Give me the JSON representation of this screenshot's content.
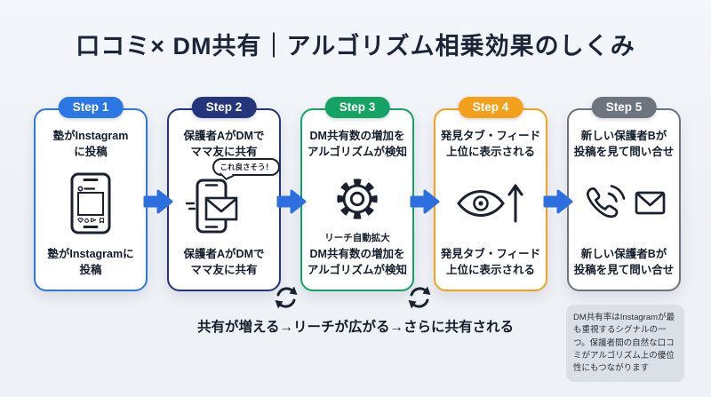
{
  "title": "口コミ× DM共有｜アルゴリズム相乗効果のしくみ",
  "colors": {
    "step1": "#2b77e3",
    "step2": "#24357e",
    "step3": "#14a364",
    "step4": "#f5a01d",
    "step5": "#6e747d",
    "arrow": "#2e6fe0",
    "background": "#eef1f6",
    "title_text": "#1c2537",
    "note_background": "#dbdfe6"
  },
  "steps": [
    {
      "badge": "Step 1",
      "top_text": "塾がInstagram\nに投稿",
      "bottom_text": "塾がInstagramに\n投稿",
      "icon": "instagram-post-phone-icon"
    },
    {
      "badge": "Step 2",
      "top_text": "保護者AがDMで\nママ友に共有",
      "bottom_text": "保護者AがDMで\nママ友に共有",
      "icon": "dm-share-phone-icon",
      "bubble_text": "これ良さそう！"
    },
    {
      "badge": "Step 3",
      "top_text": "DM共有数の増加を\nアルゴリズムが検知",
      "bottom_text": "DM共有数の増加を\nアルゴリズムが検知",
      "icon": "gear-icon",
      "caption": "リーチ自動拡大"
    },
    {
      "badge": "Step 4",
      "top_text": "発見タブ・フィード\n上位に表示される",
      "bottom_text": "発見タブ・フィード\n上位に表示される",
      "icon": "eye-rank-up-icon"
    },
    {
      "badge": "Step 5",
      "top_text": "新しい保護者Bが\n投稿を見て問い合せ",
      "bottom_text": "新しい保護者Bが\n投稿を見て問い合せ",
      "icon": "phone-mail-icon"
    }
  ],
  "cycle_text": "共有が増える→リーチが広がる→さらに共有される",
  "note_text": "DM共有率はInstagramが最も重視するシグナルの一つ。保護者間の自然な口コミがアルゴリズム上の優位性にもつながります"
}
